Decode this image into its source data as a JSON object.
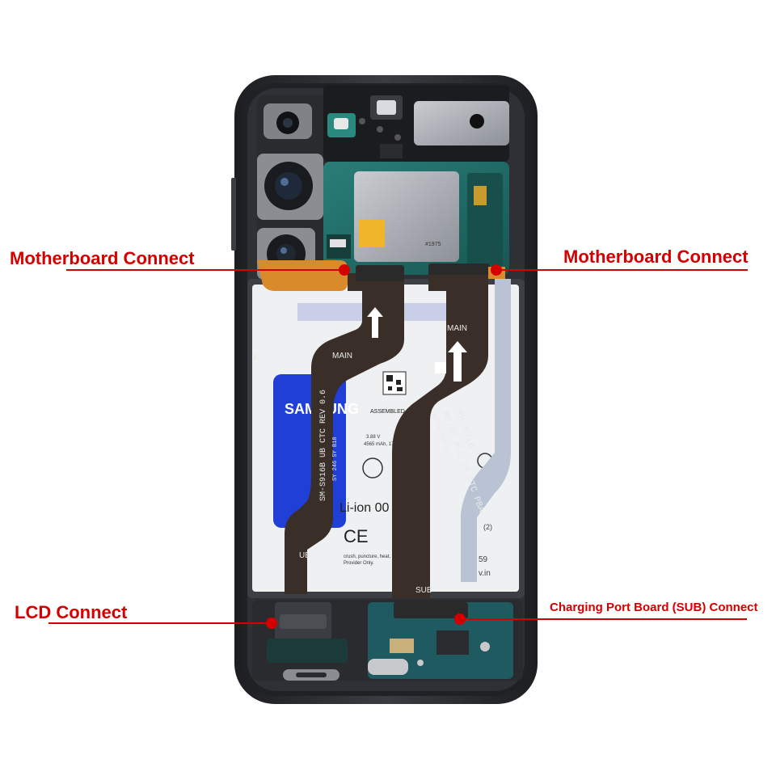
{
  "callouts": {
    "motherboard_left": "Motherboard Connect",
    "motherboard_right": "Motherboard Connect",
    "lcd": "LCD Connect",
    "sub": "Charging Port Board (SUB) Connect"
  },
  "silk": {
    "main_left": "MAIN",
    "main_right": "MAIN",
    "ub": "UB",
    "sub": "SUB",
    "cable_left_1": "SM-S916B UB CTC REV 0.6",
    "cable_left_2": "SY 246 SY B18",
    "cable_right_1": "SM-S916",
    "cable_right_2": "R0.6F ALL IF CTC PBA",
    "cable_right_3": "HF DS 244 KH",
    "battery_brand": "SAMSUNG",
    "battery_assembled": "ASSEMBLED IN CHINA",
    "battery_liion": "Li-ion 00",
    "battery_ce": "CE",
    "battery_spec": "4565 mAh, 17.3",
    "battery_voltage": "3.88 V",
    "battery_warning": "crush, puncture, heat, burn",
    "battery_provider": "Provider Only.",
    "battery_num": "59",
    "battery_tail": "v.in",
    "battery_code": "(2)",
    "shield_num": "#1975",
    "frame_letter": "K"
  },
  "colors": {
    "callout": "#d40000",
    "frame": "#2b2d31",
    "pcb": "#1f6b66",
    "flex": "#3a2f28",
    "battery": "#f2f3f5",
    "label_blue": "#1f3fd6"
  }
}
